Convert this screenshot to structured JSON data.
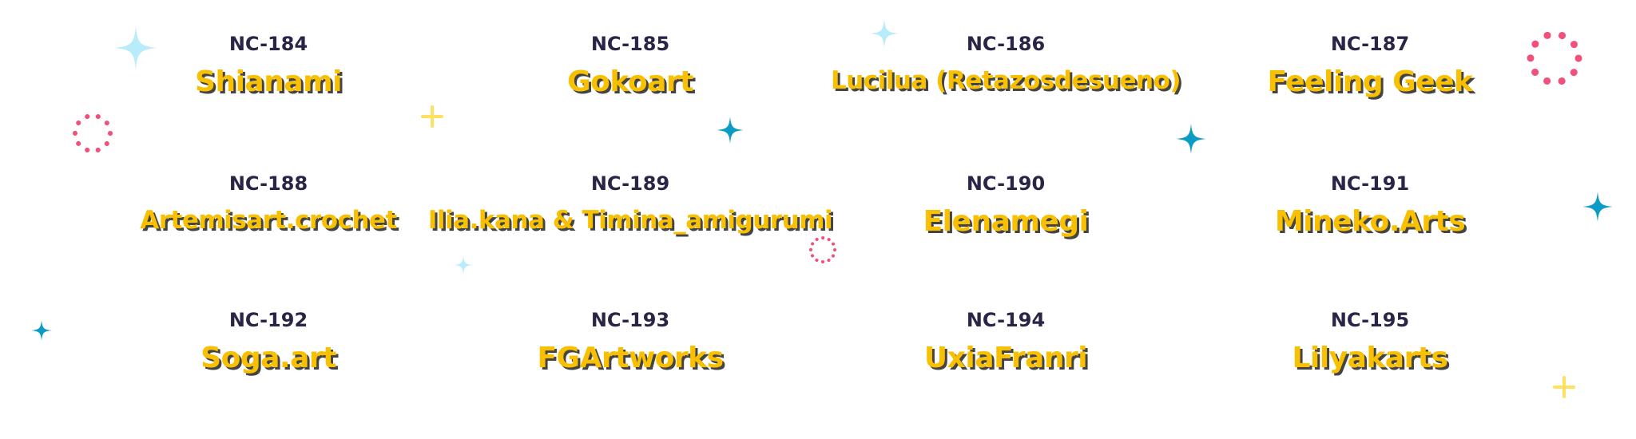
{
  "entries": [
    {
      "code": "NC-184",
      "name": "Shianami"
    },
    {
      "code": "NC-185",
      "name": "Gokoart"
    },
    {
      "code": "NC-186",
      "name": "Lucilua (Retazosdesueno)"
    },
    {
      "code": "NC-187",
      "name": "Feeling Geek"
    },
    {
      "code": "NC-188",
      "name": "Artemisart.crochet"
    },
    {
      "code": "NC-189",
      "name": "Ilia.kana & Timina_amigurumi"
    },
    {
      "code": "NC-190",
      "name": "Elenamegi"
    },
    {
      "code": "NC-191",
      "name": "Mineko.Arts"
    },
    {
      "code": "NC-192",
      "name": "Soga.art"
    },
    {
      "code": "NC-193",
      "name": "FGArtworks"
    },
    {
      "code": "NC-194",
      "name": "UxiaFranri"
    },
    {
      "code": "NC-195",
      "name": "Lilyakarts"
    }
  ],
  "colors": {
    "code": "#2a2547",
    "name": "#f8c000",
    "shadow": "#444444",
    "sparkle_light": "#b8ecfa",
    "sparkle_dark": "#0a9cc4",
    "plus": "#ffe060",
    "dots": "#f0507a"
  }
}
